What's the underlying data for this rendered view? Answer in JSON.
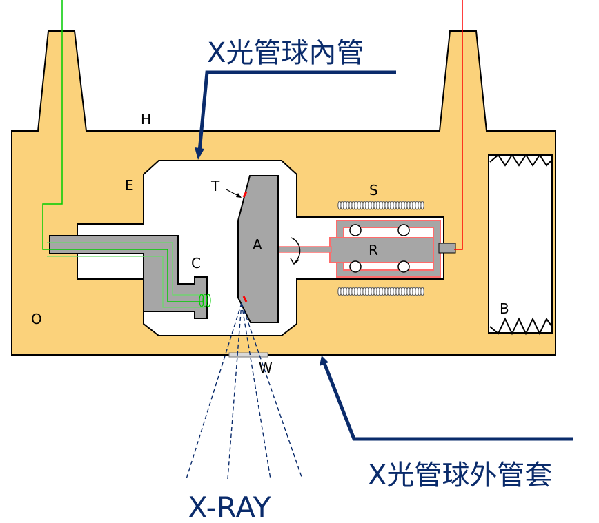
{
  "title_inner": "X光管球內管",
  "title_outer": "X光管球外管套",
  "xray_label": "X-RAY",
  "labels": {
    "H": "H",
    "E": "E",
    "T": "T",
    "S": "S",
    "A": "A",
    "R": "R",
    "C": "C",
    "O": "O",
    "B": "B",
    "W": "W"
  },
  "colors": {
    "housing": "#fbd27b",
    "outline": "#000000",
    "gray": "#a6a6a6",
    "anode_wire": "#ff0000",
    "cathode_wire": "#00cc00",
    "callout": "#0a2b6b"
  }
}
